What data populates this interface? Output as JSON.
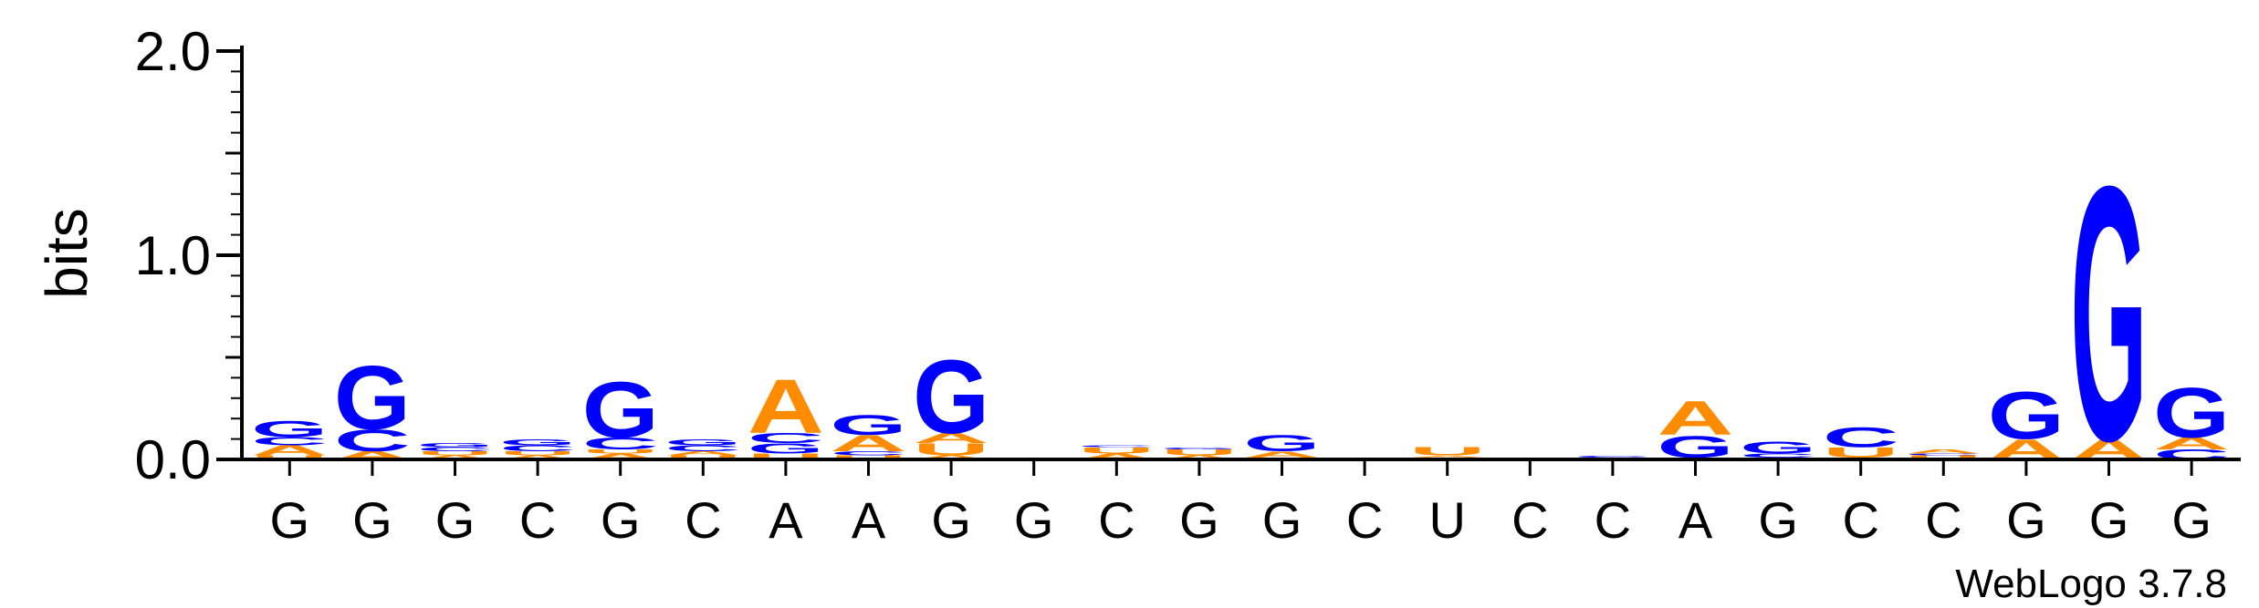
{
  "chart_data": {
    "type": "sequence-logo",
    "ylabel": "bits",
    "ylim": [
      0,
      2.0
    ],
    "yticks": [
      {
        "value": 0.0,
        "label": "0.0"
      },
      {
        "value": 1.0,
        "label": "1.0"
      },
      {
        "value": 2.0,
        "label": "2.0"
      }
    ],
    "footer": "WebLogo 3.7.8",
    "colors": {
      "G": "#0000ff",
      "C": "#0000ff",
      "A": "#ff8c00",
      "U": "#ff8c00"
    },
    "positions": [
      {
        "label": "G",
        "stack": [
          [
            "U",
            0.02
          ],
          [
            "A",
            0.05
          ],
          [
            "C",
            0.04
          ],
          [
            "G",
            0.08
          ]
        ]
      },
      {
        "label": "G",
        "stack": [
          [
            "A",
            0.04
          ],
          [
            "C",
            0.11
          ],
          [
            "G",
            0.32
          ]
        ]
      },
      {
        "label": "G",
        "stack": [
          [
            "A",
            0.02
          ],
          [
            "U",
            0.02
          ],
          [
            "C",
            0.02
          ],
          [
            "G",
            0.02
          ]
        ]
      },
      {
        "label": "C",
        "stack": [
          [
            "A",
            0.02
          ],
          [
            "U",
            0.02
          ],
          [
            "C",
            0.03
          ],
          [
            "G",
            0.03
          ]
        ]
      },
      {
        "label": "G",
        "stack": [
          [
            "A",
            0.03
          ],
          [
            "U",
            0.02
          ],
          [
            "C",
            0.06
          ],
          [
            "G",
            0.28
          ]
        ]
      },
      {
        "label": "C",
        "stack": [
          [
            "U",
            0.02
          ],
          [
            "A",
            0.02
          ],
          [
            "C",
            0.03
          ],
          [
            "G",
            0.03
          ]
        ]
      },
      {
        "label": "A",
        "stack": [
          [
            "U",
            0.03
          ],
          [
            "G",
            0.05
          ],
          [
            "C",
            0.05
          ],
          [
            "A",
            0.27
          ]
        ]
      },
      {
        "label": "A",
        "stack": [
          [
            "U",
            0.02
          ],
          [
            "C",
            0.02
          ],
          [
            "A",
            0.08
          ],
          [
            "G",
            0.1
          ]
        ]
      },
      {
        "label": "G",
        "stack": [
          [
            "A",
            0.02
          ],
          [
            "U",
            0.06
          ],
          [
            "A",
            0.05
          ],
          [
            "G",
            0.37
          ]
        ]
      },
      {
        "label": "G",
        "stack": []
      },
      {
        "label": "C",
        "stack": [
          [
            "A",
            0.03
          ],
          [
            "U",
            0.03
          ],
          [
            "C",
            0.01
          ]
        ]
      },
      {
        "label": "G",
        "stack": [
          [
            "A",
            0.02
          ],
          [
            "U",
            0.03
          ],
          [
            "G",
            0.01
          ]
        ]
      },
      {
        "label": "G",
        "stack": [
          [
            "U",
            0.01
          ],
          [
            "A",
            0.03
          ],
          [
            "G",
            0.08
          ]
        ]
      },
      {
        "label": "C",
        "stack": []
      },
      {
        "label": "U",
        "stack": [
          [
            "G",
            0.01
          ],
          [
            "A",
            0.01
          ],
          [
            "U",
            0.04
          ]
        ]
      },
      {
        "label": "C",
        "stack": []
      },
      {
        "label": "C",
        "stack": [
          [
            "G",
            0.01
          ],
          [
            "C",
            0.01
          ]
        ]
      },
      {
        "label": "A",
        "stack": [
          [
            "U",
            0.01
          ],
          [
            "G",
            0.11
          ],
          [
            "A",
            0.17
          ]
        ]
      },
      {
        "label": "G",
        "stack": [
          [
            "A",
            0.01
          ],
          [
            "C",
            0.02
          ],
          [
            "G",
            0.06
          ]
        ]
      },
      {
        "label": "C",
        "stack": [
          [
            "A",
            0.01
          ],
          [
            "U",
            0.05
          ],
          [
            "C",
            0.1
          ]
        ]
      },
      {
        "label": "C",
        "stack": [
          [
            "U",
            0.02
          ],
          [
            "C",
            0.01
          ],
          [
            "A",
            0.02
          ]
        ]
      },
      {
        "label": "G",
        "stack": [
          [
            "A",
            0.1
          ],
          [
            "G",
            0.24
          ]
        ]
      },
      {
        "label": "G",
        "stack": [
          [
            "A",
            0.1
          ],
          [
            "G",
            1.28
          ]
        ]
      },
      {
        "label": "G",
        "stack": [
          [
            "C",
            0.05
          ],
          [
            "A",
            0.06
          ],
          [
            "G",
            0.25
          ]
        ]
      }
    ]
  }
}
